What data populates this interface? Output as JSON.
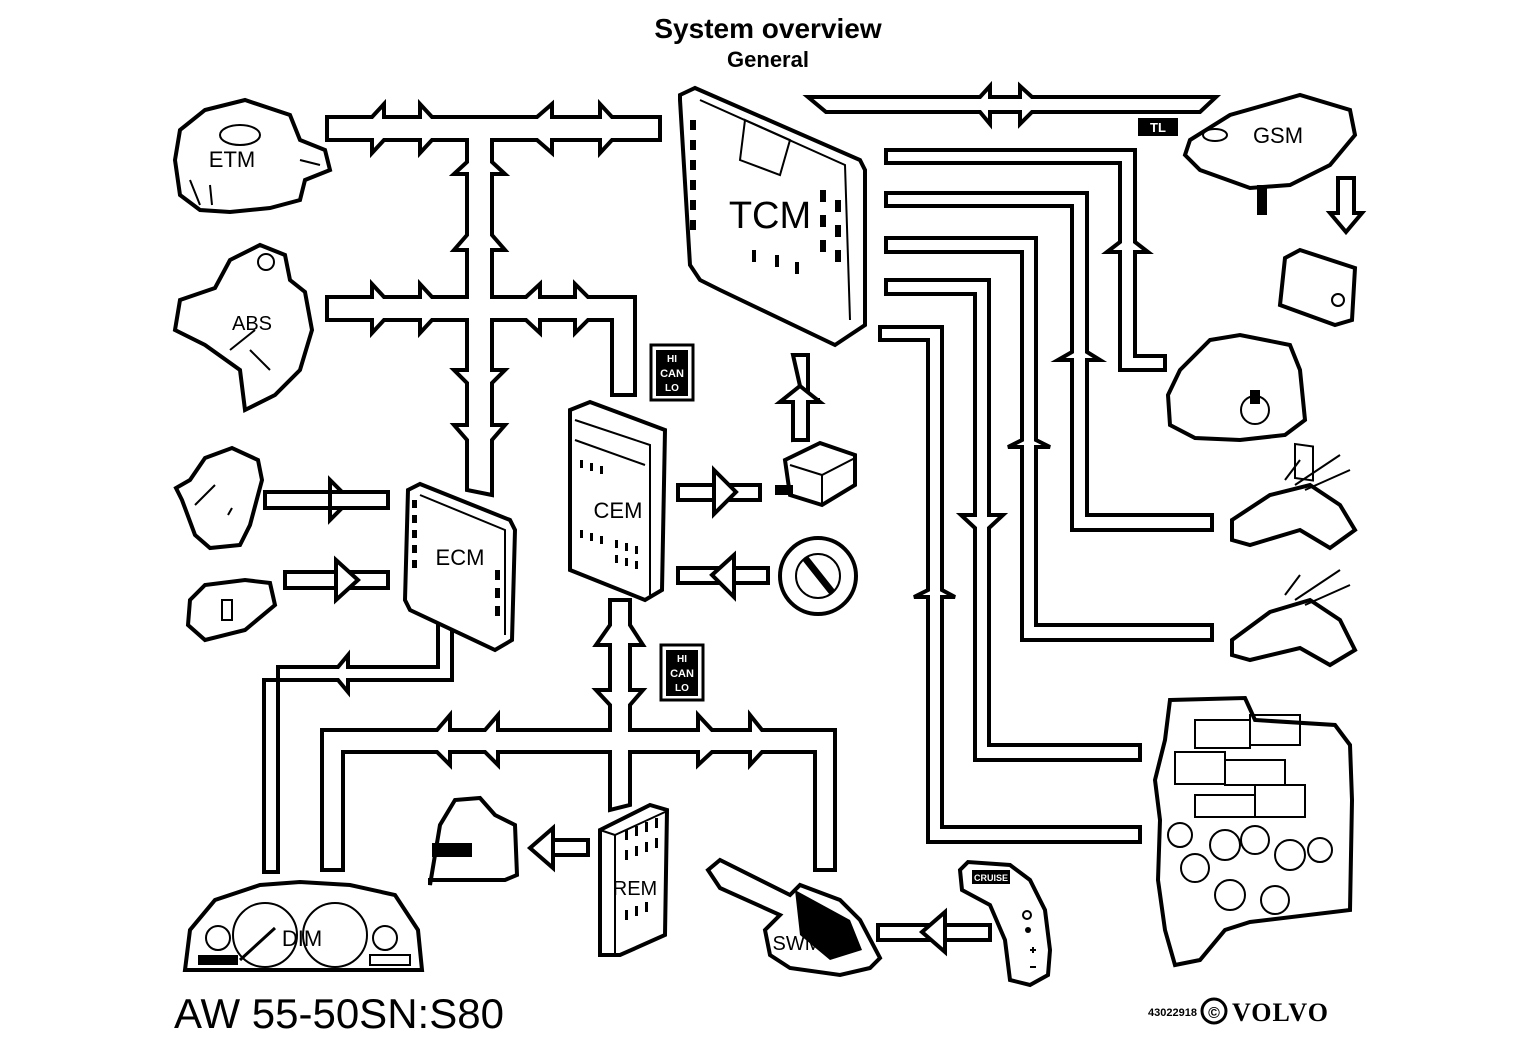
{
  "title": "System overview",
  "subtitle": "General",
  "model_label": "AW 55-50SN:S80",
  "image_ref": "43022918",
  "copyright_symbol": "©",
  "brand": "VOLVO",
  "bus_badges": [
    {
      "name": "can-badge-upper",
      "top": "HI",
      "middle": "CAN",
      "bottom": "LO"
    },
    {
      "name": "can-badge-lower",
      "top": "HI",
      "middle": "CAN",
      "bottom": "LO"
    }
  ],
  "tl_badge": "TL",
  "cruise_label": "CRUISE",
  "modules": {
    "tcm": "TCM",
    "etm": "ETM",
    "abs": "ABS",
    "ecm": "ECM",
    "cem": "CEM",
    "rem": "REM",
    "dim": "DIM",
    "swm": "SWM",
    "gsm": "GSM"
  },
  "icons": [
    "etm-throttle-module-icon",
    "abs-module-icon",
    "pedal-position-sensor-icon",
    "brake-light-switch-icon",
    "relay-icon",
    "ignition-switch-icon",
    "tail-light-icon",
    "instrument-cluster-icon",
    "steering-wheel-module-icon",
    "cruise-control-switch-icon",
    "gsm-shift-lever-icon",
    "display-unit-icon",
    "gear-position-sensor-icon",
    "speed-sensor-1-icon",
    "speed-sensor-2-icon",
    "valve-body-icon"
  ]
}
